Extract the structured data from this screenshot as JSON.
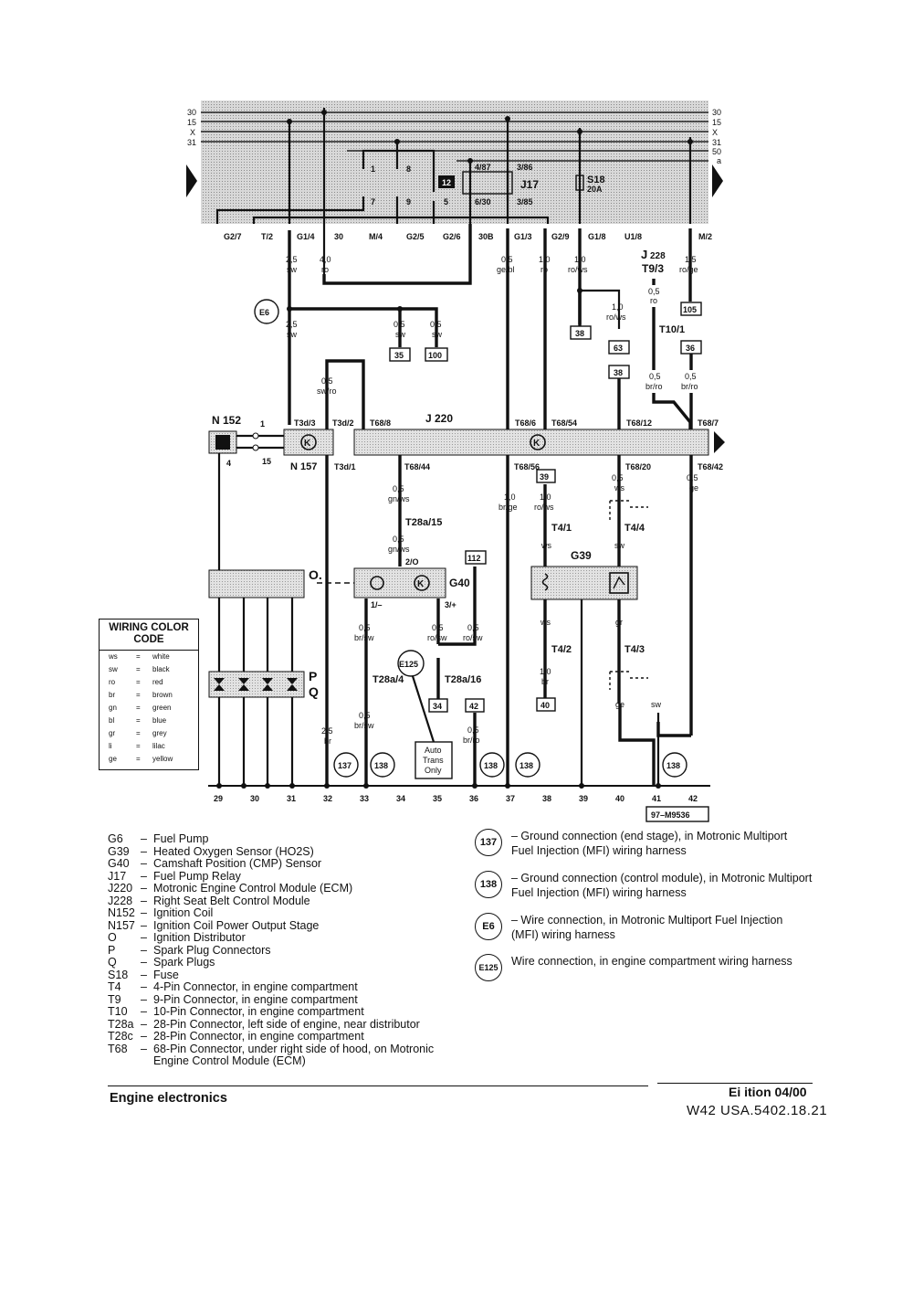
{
  "diagram": {
    "rails_left": [
      "30",
      "15",
      "X",
      "31"
    ],
    "rails_right": [
      "30",
      "15",
      "X",
      "31",
      "50",
      "a"
    ],
    "relay_panel": {
      "relay_id": "J17",
      "relay_marker": "12",
      "pins_top": [
        "1",
        "8",
        "4/87",
        "3/86"
      ],
      "pins_bottom": [
        "7",
        "9",
        "5",
        "6/30",
        "3/85"
      ],
      "fuse": "S18",
      "fuse_rating": "20A"
    },
    "connectors_row": [
      "G2/7",
      "T/2",
      "G1/4",
      "30",
      "M/4",
      "G2/5",
      "G2/6",
      "30B",
      "G1/3",
      "G2/9",
      "G1/8",
      "U1/8",
      "M/2"
    ],
    "wires_top": [
      {
        "size": "2,5",
        "color": "sw"
      },
      {
        "size": "4,0",
        "color": "ro"
      },
      {
        "size": "0,5",
        "color": "ge/bl"
      },
      {
        "size": "1,0",
        "color": "ro"
      },
      {
        "size": "1,0",
        "color": "ro/ws"
      },
      {
        "size": "1,5",
        "color": "ro/ge"
      }
    ],
    "j228": {
      "label": "J",
      "sub": "228",
      "t_label": "T9/3",
      "wire_size": "0,5",
      "wire_color": "ro",
      "t10": "T10/1"
    },
    "e6": {
      "label": "E6",
      "wire_size": "2,5",
      "wire_color": "sw"
    },
    "splice_wires": [
      {
        "size": "0,5",
        "color": "sw",
        "ref": "35"
      },
      {
        "size": "0,5",
        "color": "sw",
        "ref": "100"
      }
    ],
    "ref_boxes": [
      "38",
      "63",
      "105",
      "36",
      "38"
    ],
    "misc_wires": [
      {
        "size": "1,0",
        "color": "ro/ws"
      },
      {
        "size": "0,5",
        "color": "sw/ro"
      },
      {
        "size": "0,5",
        "color": "br/ro"
      },
      {
        "size": "0,5",
        "color": "br/ro"
      }
    ],
    "j220": {
      "label": "J 220",
      "pins_top": [
        "T3d/3",
        "T3d/2",
        "T68/8",
        "T68/6",
        "T68/54",
        "T68/12",
        "T68/7"
      ],
      "pins_bottom": [
        "T3d/1",
        "T68/44",
        "T68/56",
        "T68/20",
        "T68/42"
      ]
    },
    "n152": {
      "label": "N 152",
      "pin1": "1",
      "pin4": "4",
      "pin15": "15"
    },
    "n157": {
      "label": "N 157"
    },
    "lower_wires": [
      {
        "size": "0,5",
        "color": "gn/ws",
        "conn": "T28a/15"
      },
      {
        "size": "0,5",
        "color": "gn/ws",
        "conn": "2/O"
      },
      {
        "size": "1,0",
        "color": "br/ge"
      },
      {
        "size": "1,0",
        "color": "ro/ws",
        "conn": "T4/1"
      },
      {
        "size": "0,5",
        "color": "ws",
        "conn": "T4/4"
      },
      {
        "size": "0,5",
        "color": "ge"
      }
    ],
    "ref39": "39",
    "ref112": "112",
    "ws_label": "ws",
    "sw_label": "sw",
    "g39": {
      "label": "G39"
    },
    "g40": {
      "label": "G40",
      "pin1": "1/–",
      "pin3": "3/+"
    },
    "o_label": "O.",
    "p_label": "P",
    "q_label": "Q",
    "bottom_wires": [
      {
        "size": "0,5",
        "color": "br/sw",
        "conn": "T28a/4"
      },
      {
        "size": "0,5",
        "color": "ro/sw",
        "conn": "T28a/16"
      },
      {
        "size": "0,5",
        "color": "ro/sw"
      },
      {
        "size": "0,5",
        "color": "br/sw"
      },
      {
        "size": "2,5",
        "color": "br"
      },
      {
        "size": "0,5",
        "color": "br/ro"
      },
      {
        "size": "1,0",
        "color": "br",
        "conn": "T4/2"
      },
      {
        "size": "ws",
        "color": ""
      },
      {
        "size": "gr",
        "color": "",
        "conn": "T4/3"
      },
      {
        "size": "ge",
        "color": ""
      },
      {
        "size": "sw",
        "color": ""
      }
    ],
    "e125": "E125",
    "auto_trans": [
      "Auto",
      "Trans",
      "Only"
    ],
    "ref_low": [
      "34",
      "42",
      "40"
    ],
    "ground_circles": [
      "137",
      "138",
      "138",
      "138",
      "138"
    ],
    "tracks": [
      "29",
      "30",
      "31",
      "32",
      "33",
      "34",
      "35",
      "36",
      "37",
      "38",
      "39",
      "40",
      "41",
      "42"
    ],
    "figure_id": "97–M9536"
  },
  "color_code": {
    "title_line1": "WIRING COLOR",
    "title_line2": "CODE",
    "rows": [
      {
        "k": "ws",
        "v": "white"
      },
      {
        "k": "sw",
        "v": "black"
      },
      {
        "k": "ro",
        "v": "red"
      },
      {
        "k": "br",
        "v": "brown"
      },
      {
        "k": "gn",
        "v": "green"
      },
      {
        "k": "bl",
        "v": "blue"
      },
      {
        "k": "gr",
        "v": "grey"
      },
      {
        "k": "li",
        "v": "lilac"
      },
      {
        "k": "ge",
        "v": "yellow"
      }
    ]
  },
  "legend": [
    {
      "code": "G6",
      "text": "Fuel Pump"
    },
    {
      "code": "G39",
      "text": "Heated Oxygen Sensor (HO2S)"
    },
    {
      "code": "G40",
      "text": "Camshaft Position (CMP) Sensor"
    },
    {
      "code": "J17",
      "text": "Fuel Pump Relay"
    },
    {
      "code": "J220",
      "text": "Motronic Engine Control Module (ECM)"
    },
    {
      "code": "J228",
      "text": "Right Seat Belt Control Module"
    },
    {
      "code": "N152",
      "text": "Ignition Coil"
    },
    {
      "code": "N157",
      "text": "Ignition Coil Power Output Stage"
    },
    {
      "code": "O",
      "text": "Ignition Distributor"
    },
    {
      "code": "P",
      "text": "Spark Plug Connectors"
    },
    {
      "code": "Q",
      "text": "Spark Plugs"
    },
    {
      "code": "S18",
      "text": "Fuse"
    },
    {
      "code": "T4",
      "text": "4-Pin Connector, in engine compartment"
    },
    {
      "code": "T9",
      "text": "9-Pin Connector, in engine compartment"
    },
    {
      "code": "T10",
      "text": "10-Pin Connector, in engine compartment"
    },
    {
      "code": "T28a",
      "text": "28-Pin Connector, left side of engine, near distributor"
    },
    {
      "code": "T28c",
      "text": "28-Pin Connector, in engine compartment"
    },
    {
      "code": "T68",
      "text": "68-Pin Connector, under right side of hood, on Motronic Engine Control Module (ECM)"
    }
  ],
  "grounds": [
    {
      "id": "137",
      "text": "– Ground connection (end stage), in Motronic Multiport Fuel Injection (MFI) wiring harness"
    },
    {
      "id": "138",
      "text": "– Ground connection (control module), in Motronic Multiport Fuel Injection (MFI) wiring harness"
    },
    {
      "id": "E6",
      "text": "– Wire connection, in Motronic Multiport Fuel Injection (MFI) wiring harness"
    },
    {
      "id": "E125",
      "text": "Wire connection, in engine compartment wiring harness"
    }
  ],
  "footer": {
    "title": "Engine electronics",
    "edition": "Ei ition 04/00",
    "code": "W42 USA.5402.18.21"
  }
}
